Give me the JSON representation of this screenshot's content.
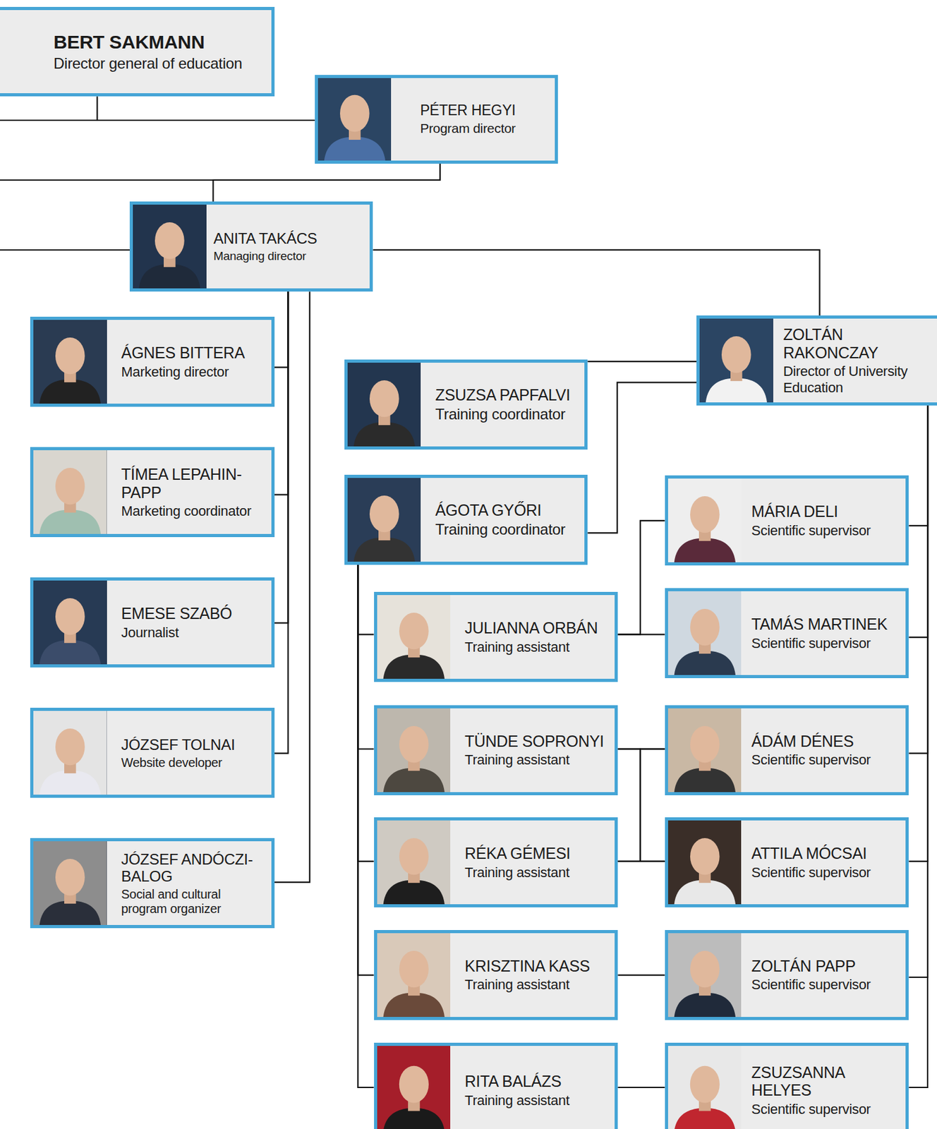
{
  "diagram": {
    "nodes": [
      {
        "text": [
          "BERT SAKMANN",
          "Director general of education"
        ]
      },
      {
        "text": [
          "PÉTER HEGYI",
          "Program director"
        ]
      },
      {
        "text": [
          "ANITA TAKÁCS",
          "Managing director"
        ]
      },
      {
        "text": [
          "ÁGNES BITTERA",
          "Marketing director"
        ]
      },
      {
        "text": [
          "TÍMEA LEPAHIN-PAPP",
          "Marketing coordinator"
        ]
      },
      {
        "text": [
          "EMESE SZABÓ",
          "Journalist"
        ]
      },
      {
        "text": [
          "JÓZSEF TOLNAI",
          "Website developer"
        ]
      },
      {
        "text": [
          "JÓZSEF ANDÓCZI-BALOG",
          "Social and cultural program organizer"
        ]
      },
      {
        "text": [
          "ZOLTÁN RAKONCZAY",
          "Director of University Education"
        ]
      },
      {
        "text": [
          "ZSUZSA PAPFALVI",
          "Training coordinator"
        ]
      },
      {
        "text": [
          "ÁGOTA GYŐRI",
          "Training coordinator"
        ]
      },
      {
        "text": [
          "JULIANNA ORBÁN",
          "Training assistant"
        ]
      },
      {
        "text": [
          "TÜNDE SOPRONYI",
          "Training assistant"
        ]
      },
      {
        "text": [
          "RÉKA GÉMESI",
          "Training assistant"
        ]
      },
      {
        "text": [
          "KRISZTINA KASS",
          "Training assistant"
        ]
      },
      {
        "text": [
          "RITA BALÁZS",
          "Training assistant"
        ]
      },
      {
        "text": [
          "MÁRIA DELI",
          "Scientific supervisor"
        ]
      },
      {
        "text": [
          "TAMÁS MARTINEK",
          "Scientific supervisor"
        ]
      },
      {
        "text": [
          "ÁDÁM DÉNES",
          "Scientific supervisor"
        ]
      },
      {
        "text": [
          "ATTILA MÓCSAI",
          "Scientific supervisor"
        ]
      },
      {
        "text": [
          "ZOLTÁN PAPP",
          "Scientific supervisor"
        ]
      },
      {
        "text": [
          "ZSUZSANNA HELYES",
          "Scientific supervisor"
        ]
      }
    ],
    "edges": [
      {
        "from": 0,
        "to": 1,
        "arrow": "none"
      },
      {
        "from": 1,
        "to": 2,
        "arrow": "none"
      },
      {
        "from": 2,
        "to": 3,
        "arrow": "none"
      },
      {
        "from": 2,
        "to": 4,
        "arrow": "none"
      },
      {
        "from": 2,
        "to": 5,
        "arrow": "none"
      },
      {
        "from": 2,
        "to": 6,
        "arrow": "none"
      },
      {
        "from": 2,
        "to": 7,
        "arrow": "none"
      },
      {
        "from": 2,
        "to": 8,
        "arrow": "none"
      },
      {
        "from": 8,
        "to": 9,
        "arrow": "none"
      },
      {
        "from": 8,
        "to": 10,
        "arrow": "none"
      },
      {
        "from": 10,
        "to": 11,
        "arrow": "none"
      },
      {
        "from": 10,
        "to": 12,
        "arrow": "none"
      },
      {
        "from": 10,
        "to": 13,
        "arrow": "none"
      },
      {
        "from": 10,
        "to": 14,
        "arrow": "none"
      },
      {
        "from": 10,
        "to": 15,
        "arrow": "none"
      },
      {
        "from": 8,
        "to": 16,
        "arrow": "none"
      },
      {
        "from": 8,
        "to": 17,
        "arrow": "none"
      },
      {
        "from": 8,
        "to": 18,
        "arrow": "none"
      },
      {
        "from": 8,
        "to": 19,
        "arrow": "none"
      },
      {
        "from": 8,
        "to": 20,
        "arrow": "none"
      },
      {
        "from": 8,
        "to": 21,
        "arrow": "none"
      },
      {
        "from": 11,
        "to": 16,
        "arrow": "none"
      },
      {
        "from": 11,
        "to": 17,
        "arrow": "none"
      },
      {
        "from": 12,
        "to": 18,
        "arrow": "none"
      },
      {
        "from": 12,
        "to": 19,
        "arrow": "none"
      },
      {
        "from": 13,
        "to": 18,
        "arrow": "none"
      },
      {
        "from": 13,
        "to": 19,
        "arrow": "none"
      },
      {
        "from": 14,
        "to": 20,
        "arrow": "none"
      },
      {
        "from": 15,
        "to": 21,
        "arrow": "none"
      }
    ]
  }
}
